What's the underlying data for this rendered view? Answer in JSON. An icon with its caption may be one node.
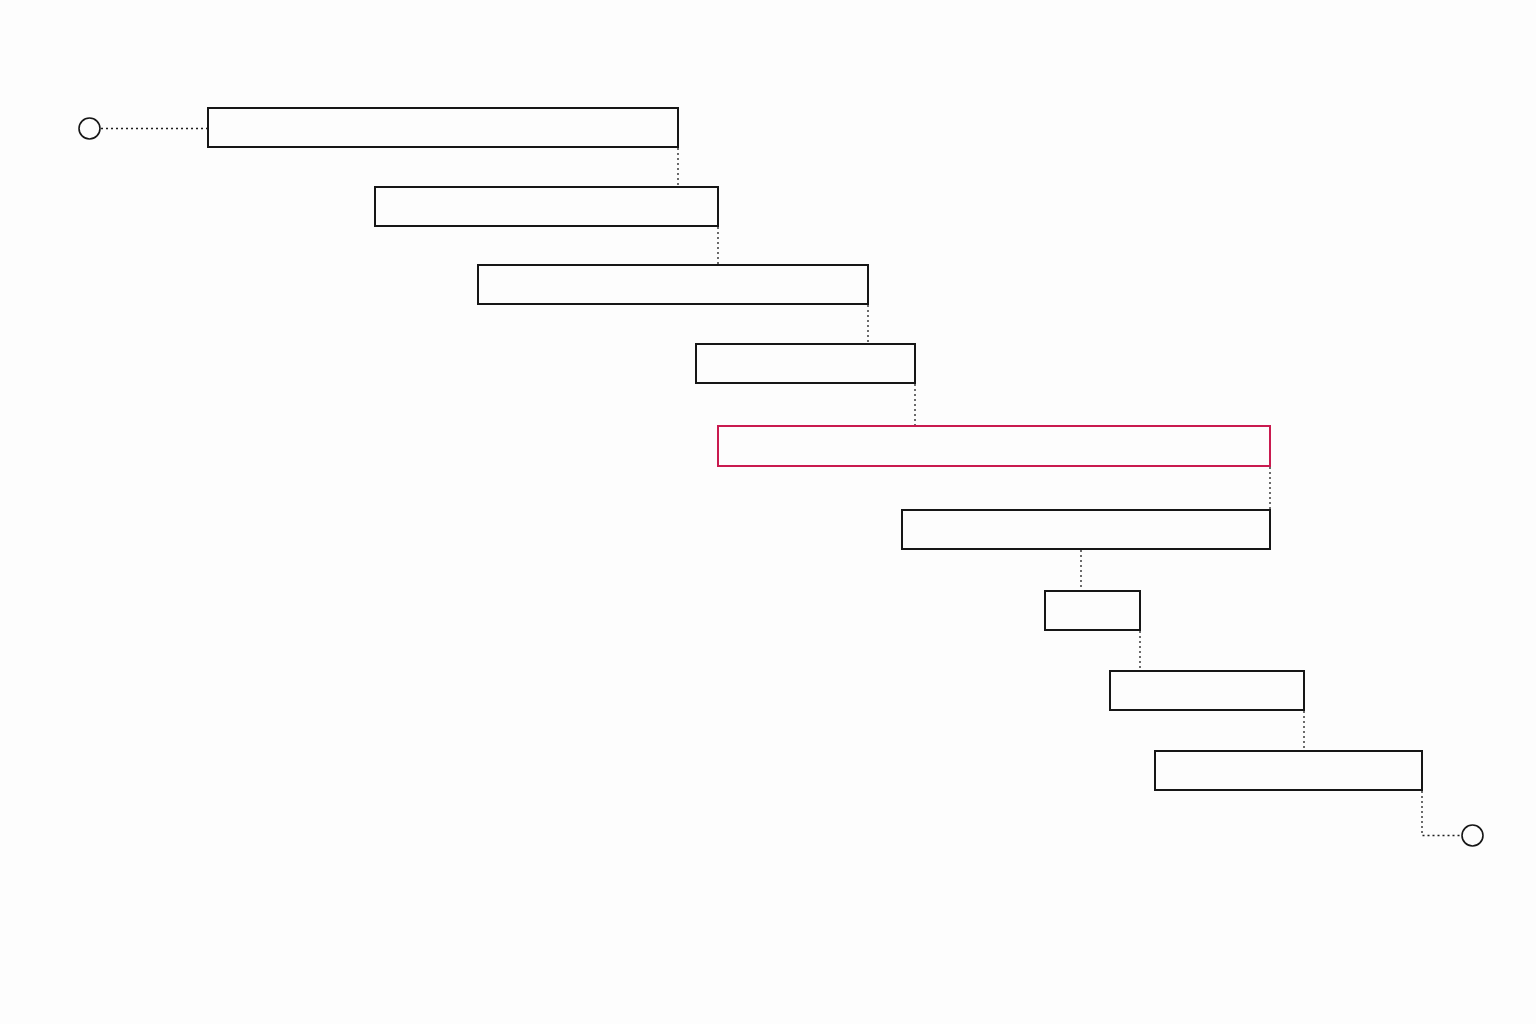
{
  "diagram": {
    "nodes": [
      {
        "text": [],
        "shape": "circle"
      },
      {
        "text": [],
        "shape": "bar"
      },
      {
        "text": [],
        "shape": "bar"
      },
      {
        "text": [],
        "shape": "bar"
      },
      {
        "text": [],
        "shape": "bar"
      },
      {
        "text": [],
        "shape": "bar"
      },
      {
        "text": [],
        "shape": "bar"
      },
      {
        "text": [],
        "shape": "bar"
      },
      {
        "text": [],
        "shape": "bar"
      },
      {
        "text": [],
        "shape": "bar"
      },
      {
        "text": [],
        "shape": "circle"
      }
    ],
    "edges": [
      {
        "from": 0,
        "to": 1,
        "arrow": "none",
        "style": "dashed"
      },
      {
        "from": 1,
        "to": 2,
        "arrow": "none",
        "style": "dashed"
      },
      {
        "from": 2,
        "to": 3,
        "arrow": "none",
        "style": "dashed"
      },
      {
        "from": 3,
        "to": 4,
        "arrow": "none",
        "style": "dashed"
      },
      {
        "from": 4,
        "to": 5,
        "arrow": "none",
        "style": "dashed"
      },
      {
        "from": 5,
        "to": 6,
        "arrow": "none",
        "style": "dashed"
      },
      {
        "from": 6,
        "to": 7,
        "arrow": "none",
        "style": "dashed"
      },
      {
        "from": 7,
        "to": 8,
        "arrow": "none",
        "style": "dashed"
      },
      {
        "from": 8,
        "to": 9,
        "arrow": "none",
        "style": "dashed"
      },
      {
        "from": 9,
        "to": 10,
        "arrow": "none",
        "style": "dashed"
      }
    ]
  }
}
